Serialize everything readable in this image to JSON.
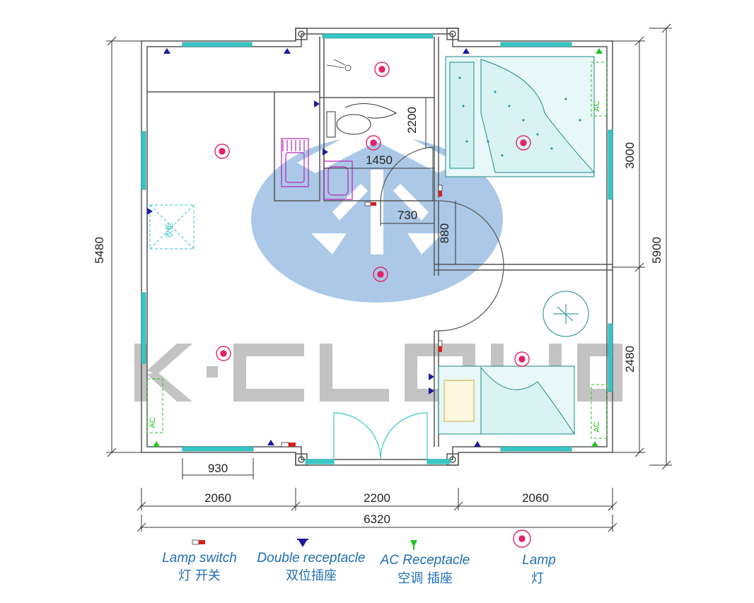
{
  "watermark": {
    "text": "K·CLOUD",
    "color": "#b9b9b9",
    "logo_color": "#8fb6e0"
  },
  "dimensions": {
    "left_height": "5480",
    "right_total": "5900",
    "right_upper": "3000",
    "right_lower": "2480",
    "bottom_segment_left": "2060",
    "bottom_segment_middle": "2200",
    "bottom_segment_right": "2060",
    "bottom_total": "6320",
    "window_width": "930",
    "bath_height": "2200",
    "bath_width": "1450",
    "door_width": "730",
    "corridor_width": "880"
  },
  "fixtures": {
    "ac_label": "AC",
    "wardrobe_label": "衣柜"
  },
  "legend": [
    {
      "en": "Lamp switch",
      "cn": "灯  开关",
      "icon": "lamp-switch"
    },
    {
      "en": "Double receptacle",
      "cn": "双位插座",
      "icon": "double-receptacle"
    },
    {
      "en": "AC Receptacle",
      "cn": "空调  插座",
      "icon": "ac-receptacle"
    },
    {
      "en": "Lamp",
      "cn": "灯",
      "icon": "lamp"
    }
  ],
  "colors": {
    "wall": "#555555",
    "window": "#38c6c6",
    "lamp": "#e0246a",
    "receptacle": "#1a1aa0",
    "ac_receptacle": "#22c322",
    "furniture": "#1a8a8a",
    "sink": "#b326b3",
    "legend_text": "#1f6fb5"
  }
}
